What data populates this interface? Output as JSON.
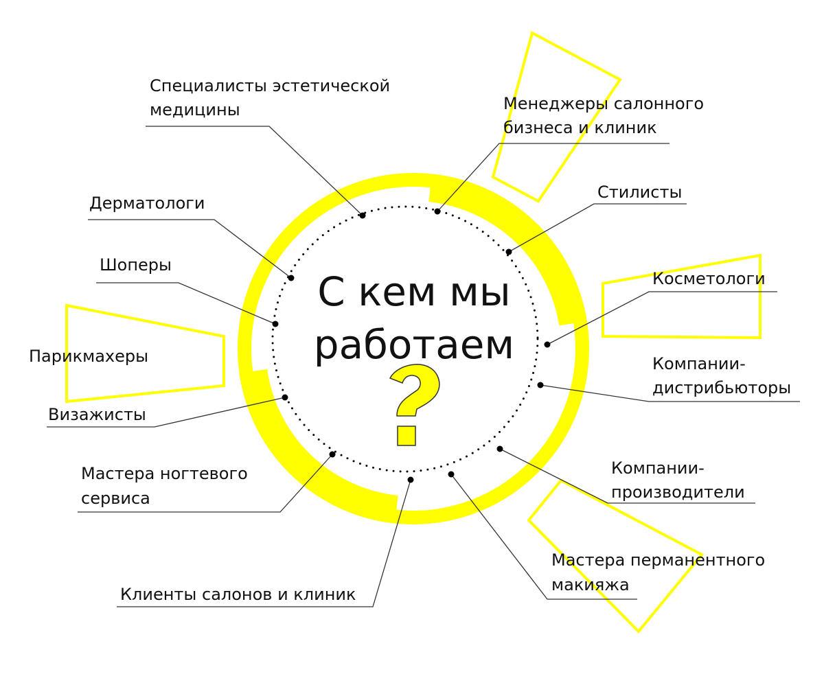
{
  "title": {
    "line1": "С кем мы",
    "line2": "работаем"
  },
  "colors": {
    "accent": "#ffff00",
    "text": "#111111",
    "lines": "#333333"
  },
  "icons": {
    "center": "question-mark-icon"
  },
  "labels": {
    "aesthetic": [
      "Специалисты эстетической",
      "медицины"
    ],
    "managers": [
      "Менеджеры салонного",
      "бизнеса и клиник"
    ],
    "stylists": [
      "Стилисты"
    ],
    "cosmetologists": [
      "Косметологи"
    ],
    "distributors": [
      "Компании-",
      "дистрибьюторы"
    ],
    "manufacturers": [
      "Компании-",
      "производители"
    ],
    "permanent": [
      "Мастера перманентного",
      "макияжа"
    ],
    "clients": [
      "Клиенты салонов и клиник"
    ],
    "nails": [
      "Мастера ногтевого",
      "сервиса"
    ],
    "makeup": [
      "Визажисты"
    ],
    "hairdressers": [
      "Парикмахеры"
    ],
    "shoppers": [
      "Шоперы"
    ],
    "dermatologists": [
      "Дерматологи"
    ]
  }
}
